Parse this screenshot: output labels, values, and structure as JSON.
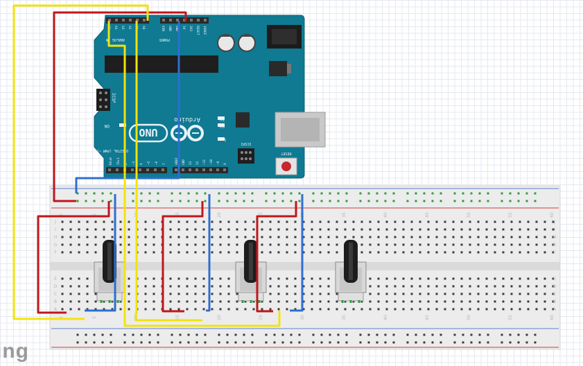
{
  "board": {
    "name": "UNO",
    "brand": "Arduino",
    "header_power": "POWER",
    "header_analog": "ANALOG IN",
    "header_digital": "DIGITAL (PWM ~)",
    "pins_analog": [
      "A5",
      "A4",
      "A3",
      "A2",
      "A1",
      "A0"
    ],
    "pins_power": [
      "VIN",
      "GND",
      "GND",
      "5V",
      "3V3",
      "RESET",
      "IOREF"
    ],
    "pins_digital_low": [
      "7",
      "~6",
      "~5",
      "4",
      "~3",
      "2",
      "TX▸1",
      "RX◂0"
    ],
    "pins_digital_high": [
      "AREF",
      "GND",
      "13",
      "12",
      "~11",
      "~10",
      "~9",
      "8"
    ],
    "led_labels": [
      "TX",
      "RX",
      "L",
      "ON"
    ],
    "icsp": "ICSP",
    "icsp2": "ICSP2",
    "reset_label": "RESET"
  },
  "breadboard": {
    "column_numbers": [
      "1",
      "5",
      "10",
      "15",
      "20",
      "25",
      "30",
      "35",
      "40",
      "45",
      "50",
      "55",
      "60"
    ],
    "row_letters_top": [
      "J",
      "I",
      "H",
      "G",
      "F"
    ],
    "row_letters_bottom": [
      "E",
      "D",
      "C",
      "B",
      "A"
    ]
  },
  "potentiometers": [
    {
      "id": "pot-1",
      "column": 5
    },
    {
      "id": "pot-2",
      "column": 22
    },
    {
      "id": "pot-3",
      "column": 34
    }
  ],
  "wire_colors": {
    "vcc": "#c0161a",
    "gnd": "#2d6fd1",
    "signal": "#f2e30c"
  },
  "watermark": "ing"
}
